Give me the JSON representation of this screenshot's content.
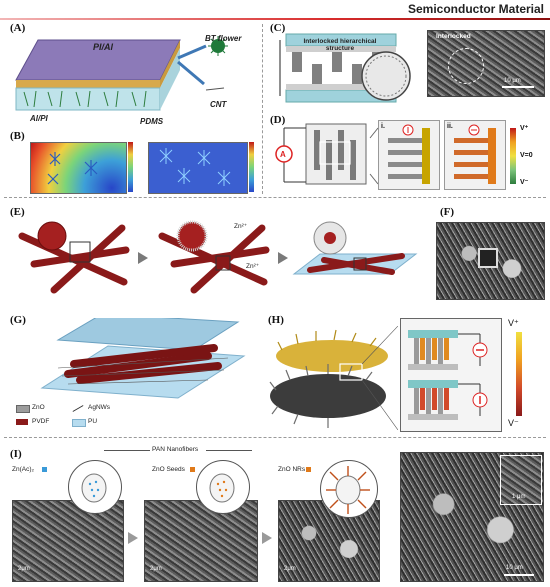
{
  "header": {
    "title": "Semiconductor Material",
    "accent_color": "#d92c2c"
  },
  "panels": {
    "A": {
      "label": "(A)",
      "layer_top": "PI/Al",
      "layer_bottom": "Al/PI",
      "bt_flower": "BT flower",
      "pdms": "PDMS",
      "cnt": "CNT"
    },
    "B": {
      "label": "(B)"
    },
    "C": {
      "label": "(C)",
      "structure": "Interlocked hierarchical structure",
      "sem_label": "Interlocked",
      "scale": "10 μm"
    },
    "D": {
      "label": "(D)",
      "ammeter": "A",
      "sub_i": "i.",
      "sub_ii": "ii.",
      "v_plus": "V⁺",
      "v_zero": "V=0",
      "v_minus": "V⁻"
    },
    "E": {
      "label": "(E)",
      "ion1": "Zn²⁺",
      "ion2": "Zn²⁺"
    },
    "F": {
      "label": "(F)"
    },
    "G": {
      "label": "(G)",
      "legend_zno": "ZnO",
      "legend_agnws": "AgNWs",
      "legend_pvdf": "PVDF",
      "legend_pu": "PU"
    },
    "H": {
      "label": "(H)",
      "v_plus": "V⁺",
      "v_minus": "V⁻"
    },
    "I": {
      "label": "(I)",
      "pan": "PAN Nanofibers",
      "zn_ac": "Zn(Ac)₂",
      "zno_seeds": "ZnO Seeds",
      "zno_nrs": "ZnO NRs",
      "scale1": "2μm",
      "scale2": "2μm",
      "scale3": "2μm",
      "scale4": "10 μm",
      "scale_inset": "1 μm"
    }
  }
}
